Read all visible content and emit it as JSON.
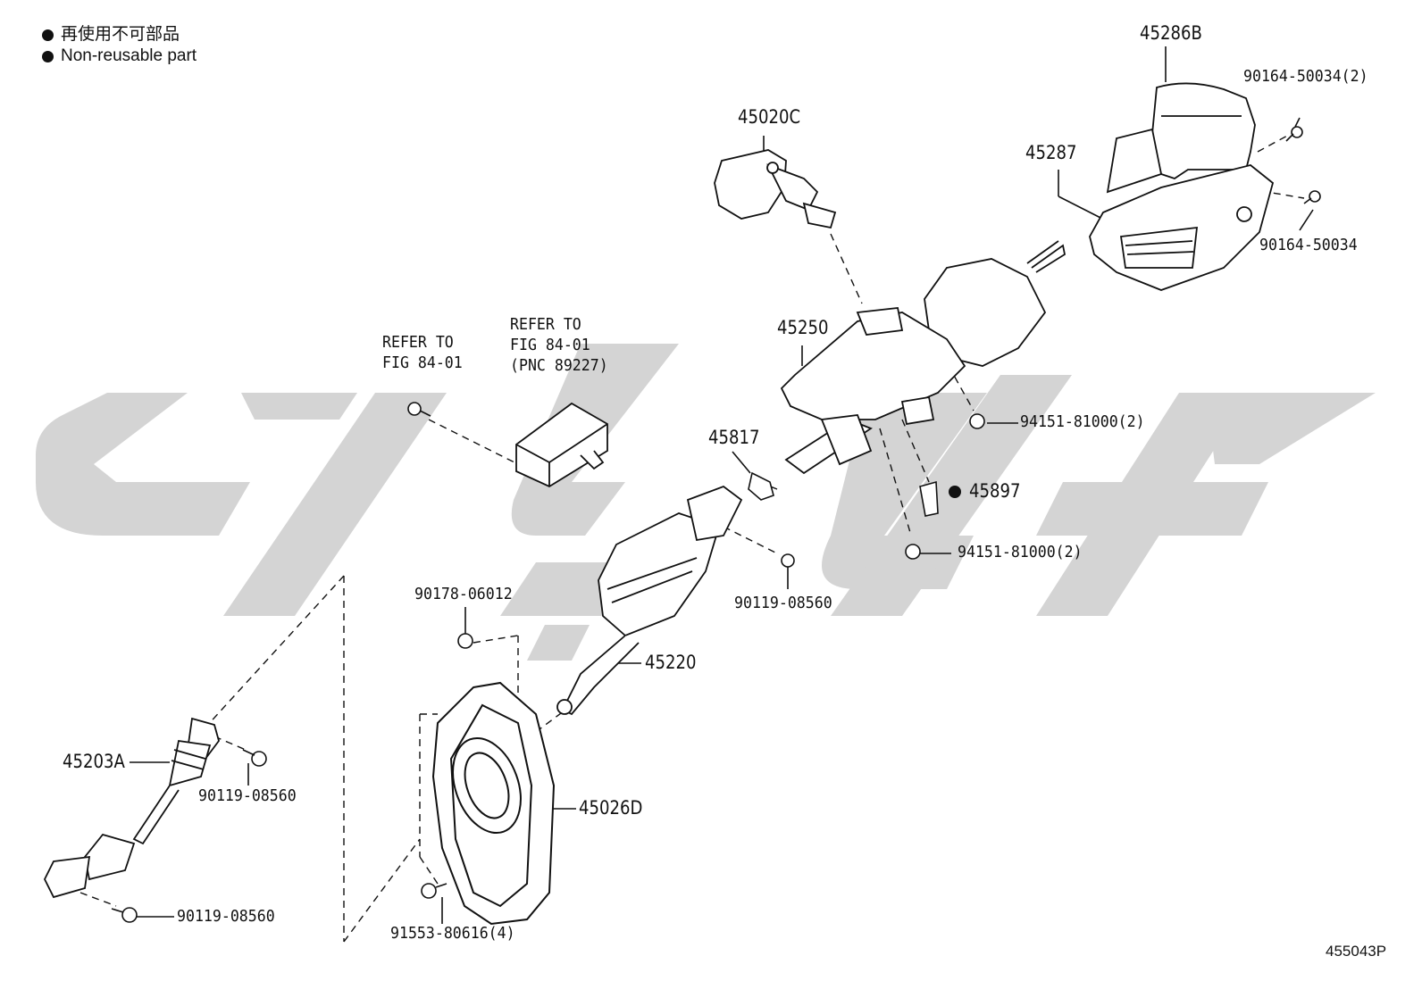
{
  "legend": {
    "cn": "再使用不可部品",
    "en": "Non-reusable part",
    "marker_color": "#111111"
  },
  "watermark_color": "#d4d4d4",
  "parts": {
    "p45286B": "45286B",
    "p90164_50034_2": "90164-50034(2)",
    "p45287": "45287",
    "p90164_50034": "90164-50034",
    "p45020C": "45020C",
    "p45250": "45250",
    "p94151_top": "94151-81000(2)",
    "p45817": "45817",
    "p45897": "45897",
    "p94151_bottom": "94151-81000(2)",
    "p90119_mid": "90119-08560",
    "p90178": "90178-06012",
    "p45220": "45220",
    "p45203A": "45203A",
    "p90119_left1": "90119-08560",
    "p45026D": "45026D",
    "p90119_left2": "90119-08560",
    "p91553": "91553-80616(4)"
  },
  "refs": {
    "bolt_ref": "REFER TO\nFIG 84-01",
    "ecu_ref": "REFER TO\nFIG 84-01\n(PNC 89227)"
  },
  "figure_code": "455043P"
}
